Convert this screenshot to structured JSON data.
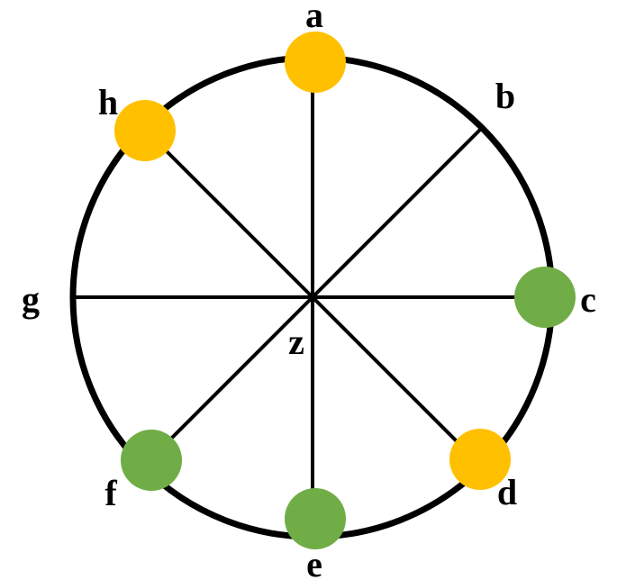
{
  "center_label": "z",
  "colors": {
    "outline": "#000000",
    "yellow": "#FFC000",
    "green": "#70AD47"
  },
  "points": [
    {
      "id": "a",
      "label": "a",
      "marker": "yellow"
    },
    {
      "id": "b",
      "label": "b",
      "marker": "none"
    },
    {
      "id": "c",
      "label": "c",
      "marker": "green"
    },
    {
      "id": "d",
      "label": "d",
      "marker": "yellow"
    },
    {
      "id": "e",
      "label": "e",
      "marker": "green"
    },
    {
      "id": "f",
      "label": "f",
      "marker": "green"
    },
    {
      "id": "g",
      "label": "g",
      "marker": "none"
    },
    {
      "id": "h",
      "label": "h",
      "marker": "yellow"
    }
  ]
}
